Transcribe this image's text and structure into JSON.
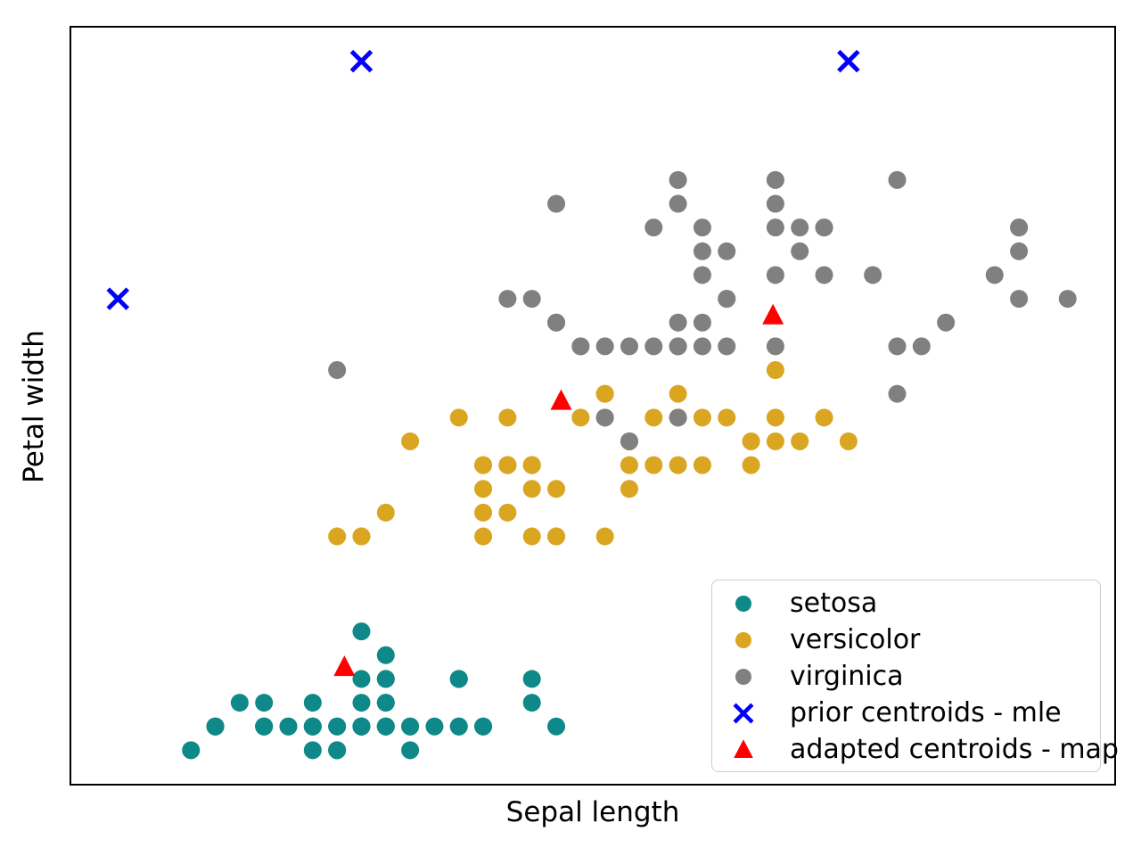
{
  "chart_data": {
    "type": "scatter",
    "title": "",
    "xlabel": "Sepal length",
    "ylabel": "Petal width",
    "xlim": [
      3.805,
      8.095
    ],
    "ylim": [
      -0.045,
      3.145
    ],
    "grid": false,
    "legend_position": "lower right",
    "axis_color": "#000000",
    "background_color": "#ffffff",
    "series": [
      {
        "name": "setosa",
        "marker": "circle",
        "color": "#0e8888",
        "points": [
          [
            5.1,
            0.2
          ],
          [
            4.9,
            0.2
          ],
          [
            4.7,
            0.2
          ],
          [
            4.6,
            0.2
          ],
          [
            5.0,
            0.2
          ],
          [
            5.4,
            0.4
          ],
          [
            4.6,
            0.3
          ],
          [
            5.0,
            0.2
          ],
          [
            4.4,
            0.2
          ],
          [
            4.9,
            0.1
          ],
          [
            5.4,
            0.2
          ],
          [
            4.8,
            0.2
          ],
          [
            4.8,
            0.1
          ],
          [
            4.3,
            0.1
          ],
          [
            5.8,
            0.2
          ],
          [
            5.7,
            0.4
          ],
          [
            5.4,
            0.4
          ],
          [
            5.1,
            0.3
          ],
          [
            5.7,
            0.3
          ],
          [
            5.1,
            0.3
          ],
          [
            5.4,
            0.2
          ],
          [
            5.1,
            0.4
          ],
          [
            4.6,
            0.2
          ],
          [
            5.1,
            0.5
          ],
          [
            4.8,
            0.2
          ],
          [
            5.0,
            0.2
          ],
          [
            5.0,
            0.4
          ],
          [
            5.2,
            0.2
          ],
          [
            5.2,
            0.2
          ],
          [
            4.7,
            0.2
          ],
          [
            4.8,
            0.2
          ],
          [
            5.4,
            0.4
          ],
          [
            5.2,
            0.1
          ],
          [
            5.5,
            0.2
          ],
          [
            4.9,
            0.2
          ],
          [
            5.0,
            0.2
          ],
          [
            5.5,
            0.2
          ],
          [
            4.9,
            0.1
          ],
          [
            4.4,
            0.2
          ],
          [
            5.1,
            0.2
          ],
          [
            5.0,
            0.3
          ],
          [
            4.5,
            0.3
          ],
          [
            4.4,
            0.2
          ],
          [
            5.0,
            0.6
          ],
          [
            5.1,
            0.4
          ],
          [
            4.8,
            0.3
          ],
          [
            5.1,
            0.2
          ],
          [
            4.6,
            0.2
          ],
          [
            5.3,
            0.2
          ],
          [
            5.0,
            0.2
          ]
        ]
      },
      {
        "name": "versicolor",
        "marker": "circle",
        "color": "#DAA520",
        "points": [
          [
            7.0,
            1.4
          ],
          [
            6.4,
            1.5
          ],
          [
            6.9,
            1.5
          ],
          [
            5.5,
            1.3
          ],
          [
            6.5,
            1.5
          ],
          [
            5.7,
            1.3
          ],
          [
            6.3,
            1.6
          ],
          [
            4.9,
            1.0
          ],
          [
            6.6,
            1.3
          ],
          [
            5.2,
            1.4
          ],
          [
            5.0,
            1.0
          ],
          [
            5.9,
            1.5
          ],
          [
            6.0,
            1.0
          ],
          [
            6.1,
            1.4
          ],
          [
            5.6,
            1.3
          ],
          [
            6.7,
            1.4
          ],
          [
            5.6,
            1.5
          ],
          [
            5.8,
            1.0
          ],
          [
            6.2,
            1.5
          ],
          [
            5.6,
            1.1
          ],
          [
            5.9,
            1.8
          ],
          [
            6.1,
            1.3
          ],
          [
            6.3,
            1.5
          ],
          [
            6.1,
            1.2
          ],
          [
            6.4,
            1.3
          ],
          [
            6.6,
            1.4
          ],
          [
            6.8,
            1.4
          ],
          [
            6.7,
            1.7
          ],
          [
            6.0,
            1.5
          ],
          [
            5.7,
            1.0
          ],
          [
            5.5,
            1.1
          ],
          [
            5.5,
            1.0
          ],
          [
            5.8,
            1.2
          ],
          [
            6.0,
            1.6
          ],
          [
            5.4,
            1.5
          ],
          [
            6.0,
            1.6
          ],
          [
            6.7,
            1.5
          ],
          [
            6.3,
            1.3
          ],
          [
            5.6,
            1.3
          ],
          [
            5.5,
            1.3
          ],
          [
            5.5,
            1.2
          ],
          [
            6.1,
            1.4
          ],
          [
            5.8,
            1.0
          ],
          [
            5.0,
            1.0
          ],
          [
            5.6,
            1.3
          ],
          [
            5.7,
            1.2
          ],
          [
            5.7,
            1.3
          ],
          [
            6.2,
            1.3
          ],
          [
            5.1,
            1.1
          ],
          [
            5.7,
            1.3
          ]
        ]
      },
      {
        "name": "virginica",
        "marker": "circle",
        "color": "#808080",
        "points": [
          [
            6.3,
            2.5
          ],
          [
            5.8,
            1.9
          ],
          [
            7.1,
            2.1
          ],
          [
            6.3,
            1.8
          ],
          [
            6.5,
            2.2
          ],
          [
            7.6,
            2.1
          ],
          [
            4.9,
            1.7
          ],
          [
            7.3,
            1.8
          ],
          [
            6.7,
            1.8
          ],
          [
            7.2,
            2.5
          ],
          [
            6.5,
            2.0
          ],
          [
            6.4,
            1.9
          ],
          [
            6.8,
            2.2
          ],
          [
            5.7,
            2.0
          ],
          [
            5.8,
            2.4
          ],
          [
            6.4,
            2.3
          ],
          [
            6.5,
            1.8
          ],
          [
            7.7,
            2.2
          ],
          [
            7.7,
            2.3
          ],
          [
            6.0,
            1.5
          ],
          [
            6.9,
            2.3
          ],
          [
            5.6,
            2.0
          ],
          [
            7.7,
            2.0
          ],
          [
            6.3,
            1.8
          ],
          [
            6.7,
            2.1
          ],
          [
            7.2,
            1.8
          ],
          [
            6.2,
            1.8
          ],
          [
            6.1,
            1.8
          ],
          [
            6.4,
            2.1
          ],
          [
            7.2,
            1.6
          ],
          [
            7.4,
            1.9
          ],
          [
            7.9,
            2.0
          ],
          [
            6.4,
            2.2
          ],
          [
            6.3,
            1.5
          ],
          [
            6.1,
            1.4
          ],
          [
            7.7,
            2.3
          ],
          [
            6.3,
            2.4
          ],
          [
            6.4,
            1.8
          ],
          [
            6.0,
            1.8
          ],
          [
            6.9,
            2.1
          ],
          [
            6.7,
            2.4
          ],
          [
            6.9,
            2.3
          ],
          [
            5.8,
            1.9
          ],
          [
            6.8,
            2.3
          ],
          [
            6.7,
            2.5
          ],
          [
            6.7,
            2.3
          ],
          [
            6.3,
            1.9
          ],
          [
            6.5,
            2.0
          ],
          [
            6.2,
            2.3
          ],
          [
            5.9,
            1.8
          ]
        ]
      },
      {
        "name": "prior centroids - mle",
        "marker": "x",
        "color": "#0000FF",
        "points": [
          [
            5.0,
            3.0
          ],
          [
            7.0,
            3.0
          ],
          [
            4.0,
            2.0
          ]
        ]
      },
      {
        "name": "adapted centroids - map",
        "marker": "triangle",
        "color": "#FF0000",
        "points": [
          [
            4.93,
            0.45
          ],
          [
            5.82,
            1.57
          ],
          [
            6.69,
            1.93
          ]
        ]
      }
    ]
  }
}
